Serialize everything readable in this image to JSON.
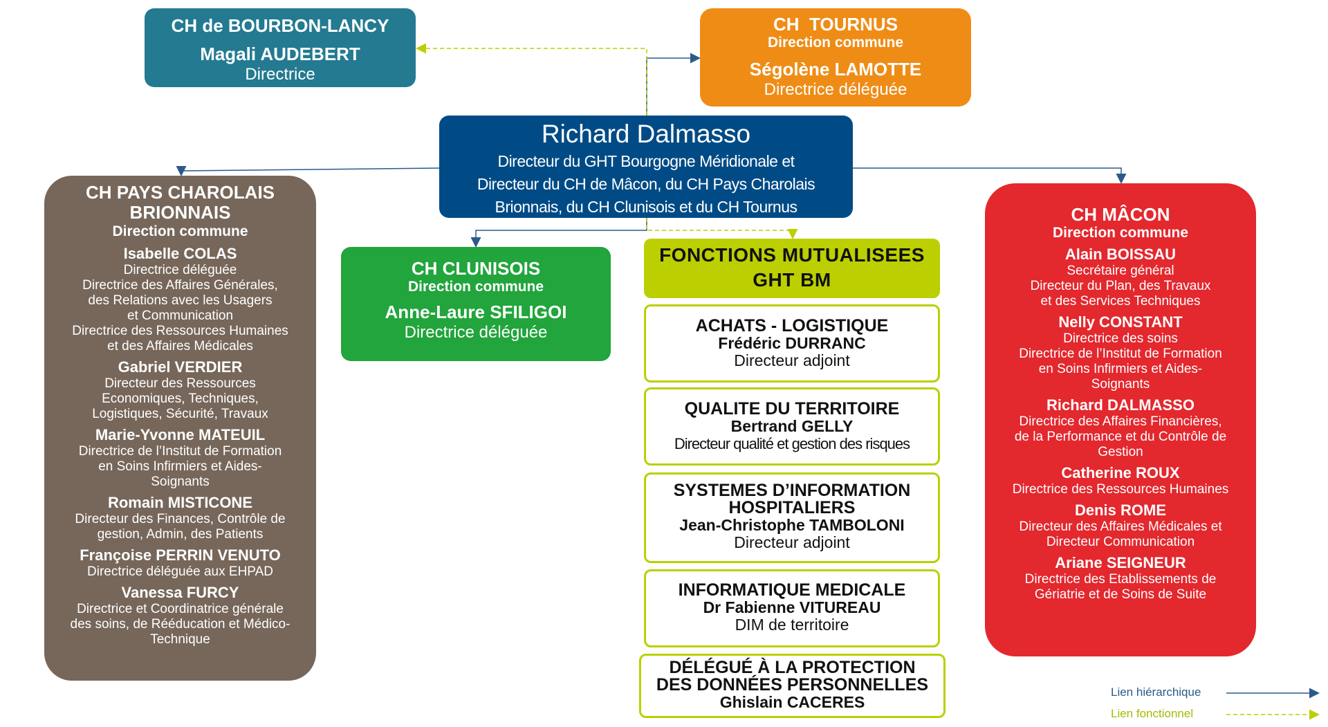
{
  "colors": {
    "bourbon": "#237a91",
    "tournus": "#ef8c16",
    "center": "#004b86",
    "charolais": "#76675a",
    "clunisois": "#21a53c",
    "fonctions": "#bccf00",
    "macon": "#e3282e",
    "hierarchique": "#2a5a8a",
    "fonctionnel": "#bccf00"
  },
  "bourbon": {
    "title": "CH de BOURBON-LANCY",
    "name": "Magali AUDEBERT",
    "role": "Directrice"
  },
  "tournus": {
    "title": "CH  TOURNUS",
    "subtitle": "Direction commune",
    "name": "Ségolène LAMOTTE",
    "role": "Directrice déléguée"
  },
  "center": {
    "name": "Richard Dalmasso",
    "lines": [
      "Directeur du GHT Bourgogne Méridionale et",
      "Directeur du CH de Mâcon, du CH Pays Charolais",
      "Brionnais, du CH Clunisois et du CH Tournus"
    ]
  },
  "charolais": {
    "title1": "CH PAYS CHAROLAIS",
    "title2": "BRIONNAIS",
    "subtitle": "Direction commune",
    "people": [
      {
        "name": "Isabelle COLAS",
        "lines": [
          "Directrice déléguée",
          "Directrice des Affaires Générales,",
          "des Relations avec les Usagers",
          "et Communication",
          "Directrice des Ressources Humaines",
          "et des Affaires Médicales"
        ]
      },
      {
        "name": "Gabriel VERDIER",
        "lines": [
          "Directeur des Ressources",
          "Economiques, Techniques,",
          "Logistiques, Sécurité, Travaux"
        ]
      },
      {
        "name": "Marie-Yvonne MATEUIL",
        "lines": [
          "Directrice de l’Institut de Formation",
          "en Soins Infirmiers et Aides-",
          "Soignants"
        ]
      },
      {
        "name": "Romain MISTICONE",
        "lines": [
          "Directeur des Finances, Contrôle de",
          "gestion, Admin, des Patients"
        ]
      },
      {
        "name": "Françoise PERRIN VENUTO",
        "lines": [
          "Directrice déléguée aux EHPAD"
        ]
      },
      {
        "name": "Vanessa FURCY",
        "lines": [
          "Directrice et Coordinatrice générale",
          "des soins, de Rééducation et Médico-",
          "Technique"
        ]
      }
    ]
  },
  "clunisois": {
    "title": "CH CLUNISOIS",
    "subtitle": "Direction commune",
    "name": "Anne-Laure SFILIGOI",
    "role": "Directrice déléguée"
  },
  "fonctions": {
    "title1": "FONCTIONS MUTUALISEES",
    "title2": "GHT BM",
    "achats": {
      "title": "ACHATS - LOGISTIQUE",
      "name": "Frédéric DURRANC",
      "role": "Directeur adjoint"
    },
    "qualite": {
      "title": "QUALITE DU TERRITOIRE",
      "name": "Bertrand GELLY",
      "role": "Directeur qualité et gestion des risques"
    },
    "si": {
      "title1": "SYSTEMES D’INFORMATION",
      "title2": "HOSPITALIERS",
      "name": "Jean-Christophe TAMBOLONI",
      "role": "Directeur adjoint"
    },
    "info": {
      "title": "INFORMATIQUE MEDICALE",
      "name": "Dr Fabienne VITUREAU",
      "role": "DIM de territoire"
    },
    "dpo": {
      "title1": "DÉLÉGUÉ À LA PROTECTION",
      "title2": "DES DONNÉES PERSONNELLES",
      "name": "Ghislain CACERES"
    }
  },
  "macon": {
    "title": "CH MÂCON",
    "subtitle": "Direction commune",
    "people": [
      {
        "name": "Alain BOISSAU",
        "lines": [
          "Secrétaire général",
          "Directeur du Plan, des Travaux",
          "et des Services Techniques"
        ]
      },
      {
        "name": "Nelly CONSTANT",
        "lines": [
          "Directrice des soins",
          "Directrice de l’Institut de Formation",
          "en Soins Infirmiers et Aides-",
          "Soignants"
        ]
      },
      {
        "name": "Richard DALMASSO",
        "lines": [
          "Directrice des Affaires Financières,",
          "de la Performance et du Contrôle de",
          "Gestion"
        ]
      },
      {
        "name": "Catherine ROUX",
        "lines": [
          "Directrice des Ressources Humaines"
        ]
      },
      {
        "name": "Denis ROME",
        "lines": [
          "Directeur des Affaires Médicales et",
          "Directeur Communication"
        ]
      },
      {
        "name": "Ariane SEIGNEUR",
        "lines": [
          "Directrice des Etablissements de",
          "Gériatrie et de Soins de Suite"
        ]
      }
    ]
  },
  "legend": {
    "hierarchique": "Lien hiérarchique",
    "fonctionnel": "Lien fonctionnel"
  }
}
